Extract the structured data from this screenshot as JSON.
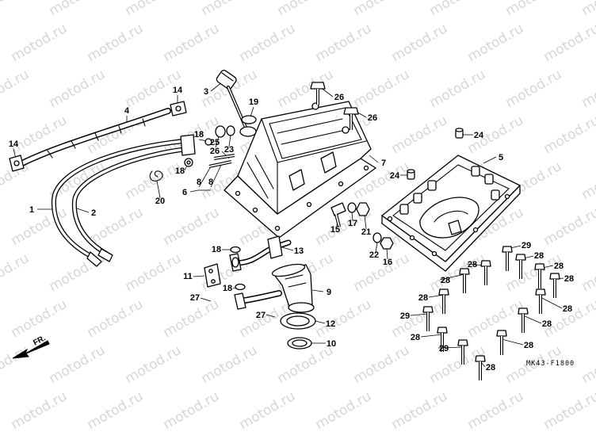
{
  "watermark": "motod.ru",
  "callouts": [
    "14",
    "3",
    "4",
    "19",
    "26",
    "26",
    "14",
    "18",
    "25",
    "26",
    "23",
    "18",
    "8",
    "8",
    "6",
    "20",
    "1",
    "2",
    "7",
    "24",
    "5",
    "24",
    "15",
    "17",
    "21",
    "18",
    "13",
    "22",
    "16",
    "29",
    "28",
    "28",
    "28",
    "28",
    "11",
    "18",
    "9",
    "28",
    "27",
    "28",
    "28",
    "27",
    "12",
    "29",
    "28",
    "28",
    "10",
    "28",
    "29",
    "28"
  ],
  "fr_label": "FR.",
  "drawing_code": "MK43-F1800"
}
